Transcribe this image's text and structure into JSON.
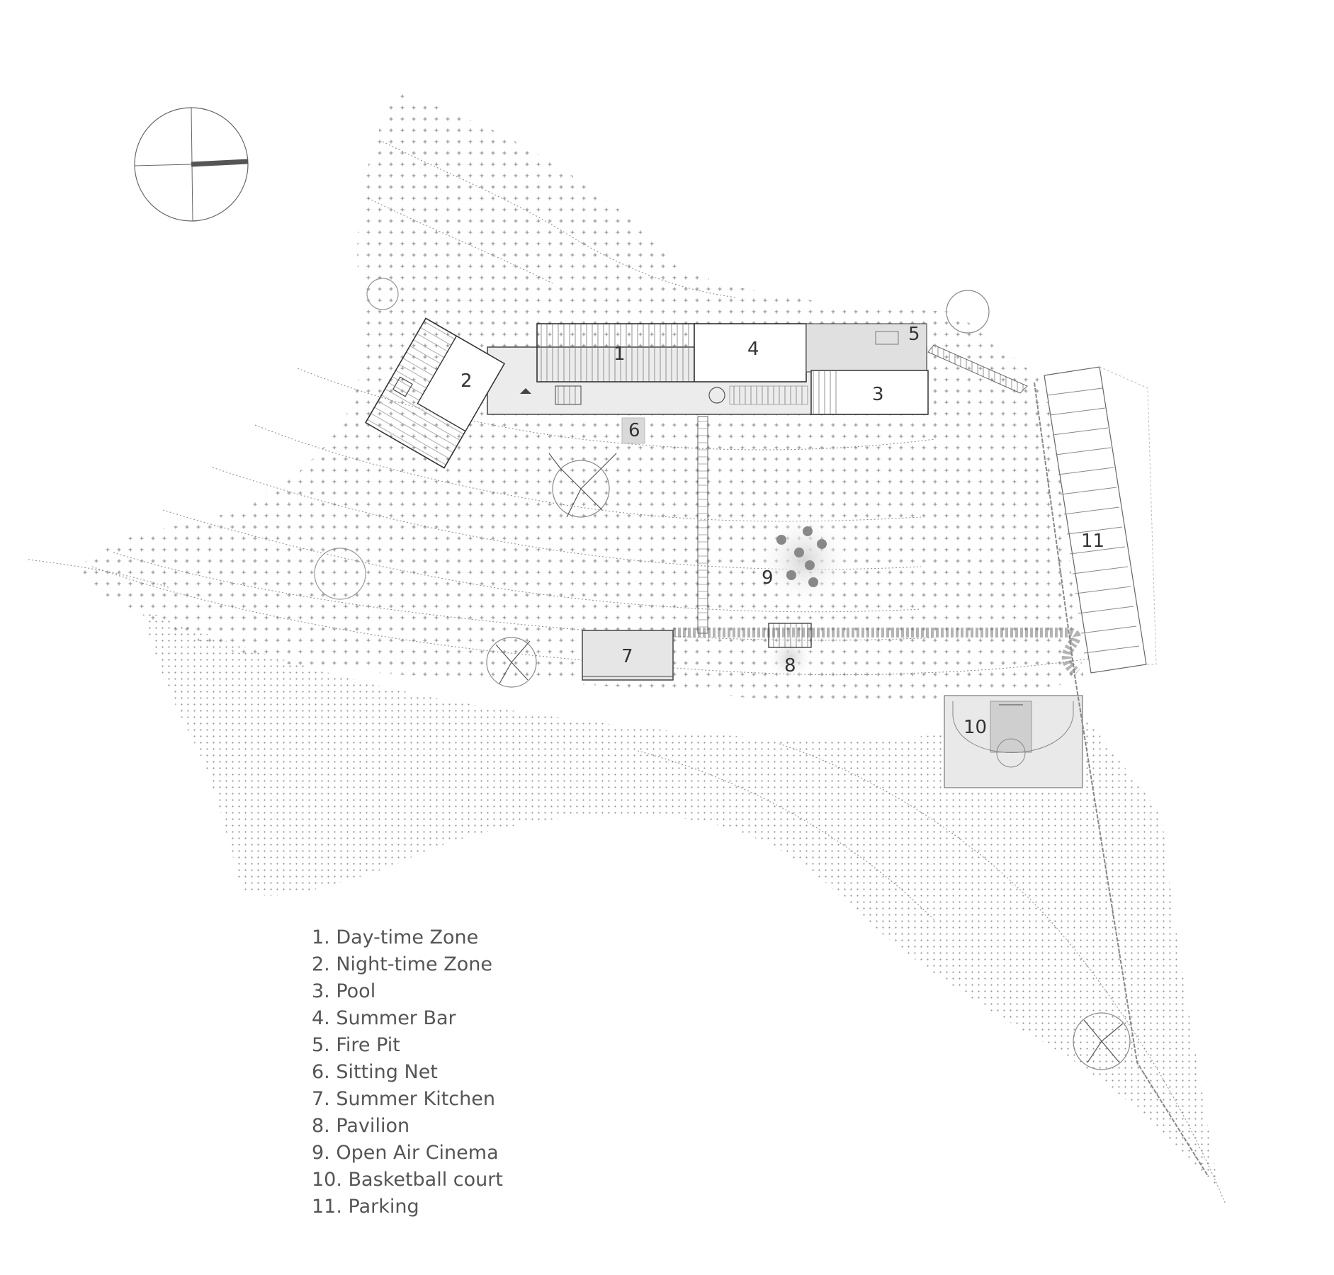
{
  "site_plan": {
    "zone_numbers": [
      "1",
      "2",
      "3",
      "4",
      "5",
      "6",
      "7",
      "8",
      "9",
      "10",
      "11"
    ],
    "legend": [
      "1. Day-time Zone",
      "2. Night-time Zone",
      "3. Pool",
      "4. Summer Bar",
      "5. Fire Pit",
      "6. Sitting Net",
      "7. Summer Kitchen",
      "8. Pavilion",
      "9. Open Air Cinema",
      "10. Basketball court",
      "11. Parking"
    ],
    "colors": {
      "line": "#444444",
      "light_fill": "#e8e8e8",
      "hatch": "#777777",
      "text": "#555555"
    }
  }
}
